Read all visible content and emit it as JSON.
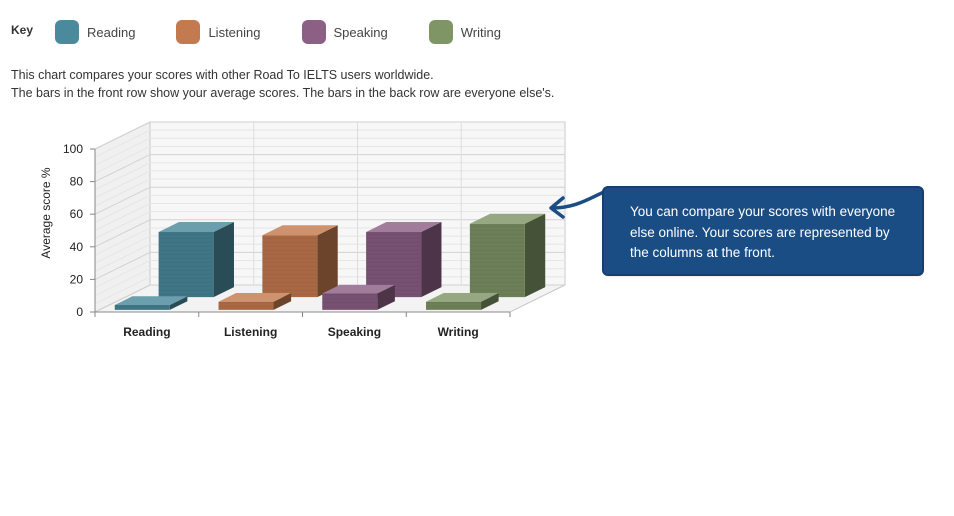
{
  "key": {
    "title": "Key",
    "items": [
      {
        "label": "Reading",
        "color": "#4a8a9c"
      },
      {
        "label": "Listening",
        "color": "#c47a4f"
      },
      {
        "label": "Speaking",
        "color": "#8c5f85"
      },
      {
        "label": "Writing",
        "color": "#7f9566"
      }
    ]
  },
  "intro": {
    "line1": "This chart compares your scores with other Road To IELTS users worldwide.",
    "line2": "The bars in the front row show your average scores. The bars in the back row are everyone else's."
  },
  "callout": {
    "text": "You can compare your scores with everyone else online. Your scores are represented by the columns at the front."
  },
  "chart_data": {
    "type": "bar",
    "style": "3d-two-row",
    "categories": [
      "Reading",
      "Listening",
      "Speaking",
      "Writing"
    ],
    "series": [
      {
        "values": [
          3,
          5,
          10,
          5
        ]
      },
      {
        "values": [
          40,
          38,
          40,
          45
        ]
      }
    ],
    "ylabel": "Average score %",
    "xlabel": "",
    "ylim": [
      0,
      100
    ],
    "yticks": [
      0,
      20,
      40,
      60,
      80,
      100
    ],
    "grid": true,
    "colors": [
      "#4a8a9c",
      "#c47a4f",
      "#8c5f85",
      "#7f9566"
    ]
  }
}
